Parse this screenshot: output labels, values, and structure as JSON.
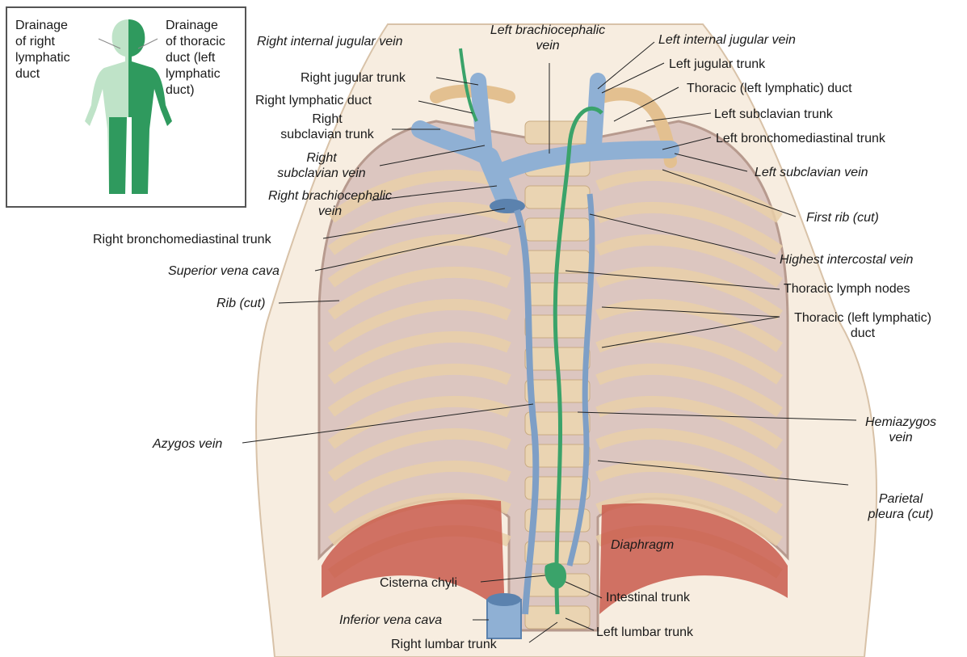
{
  "colors": {
    "lymph": "#3aa36a",
    "lymph_light": "#bfe3c8",
    "vein": "#8fb0d4",
    "vein_dark": "#5b82ae",
    "rib": "#e9c9a0",
    "pleura": "#d9c3c0",
    "diaphragm": "#c4584c",
    "skin": "#f5e8d8"
  },
  "inset": {
    "right_label": "Drainage of right lymphatic duct",
    "right_lines": [
      "Drainage",
      "of right",
      "lymphatic",
      "duct"
    ],
    "left_lines": [
      "Drainage",
      "of thoracic",
      "duct (left",
      "lymphatic",
      "duct)"
    ]
  },
  "labels": {
    "left_brachiocephalic_vein": [
      "Left brachiocephalic",
      "vein"
    ],
    "right_internal_jugular_vein": "Right internal jugular vein",
    "right_jugular_trunk": "Right jugular trunk",
    "right_lymphatic_duct": "Right lymphatic duct",
    "right_subclavian_trunk": [
      "Right",
      "subclavian trunk"
    ],
    "right_subclavian_vein": [
      "Right",
      "subclavian vein"
    ],
    "right_brachiocephalic_vein": [
      "Right brachiocephalic",
      "vein"
    ],
    "right_bronchomediastinal_trunk": "Right bronchomediastinal trunk",
    "superior_vena_cava": "Superior vena cava",
    "rib_cut": "Rib (cut)",
    "azygos_vein": "Azygos vein",
    "cisterna_chyli": "Cisterna chyli",
    "inferior_vena_cava": "Inferior vena cava",
    "right_lumbar_trunk": "Right lumbar trunk",
    "left_internal_jugular_vein": "Left internal jugular vein",
    "left_jugular_trunk": "Left jugular trunk",
    "thoracic_duct_top": "Thoracic (left lymphatic) duct",
    "left_subclavian_trunk": "Left subclavian trunk",
    "left_bronchomediastinal_trunk": "Left bronchomediastinal trunk",
    "left_subclavian_vein": "Left subclavian vein",
    "first_rib_cut": "First rib (cut)",
    "highest_intercostal_vein": "Highest intercostal vein",
    "thoracic_lymph_nodes": "Thoracic lymph nodes",
    "thoracic_duct_mid": [
      "Thoracic (left lymphatic)",
      "duct"
    ],
    "hemiazygos_vein": [
      "Hemiazygos",
      "vein"
    ],
    "parietal_pleura": [
      "Parietal",
      "pleura (cut)"
    ],
    "diaphragm": "Diaphragm",
    "intestinal_trunk": "Intestinal trunk",
    "left_lumbar_trunk": "Left lumbar trunk"
  }
}
